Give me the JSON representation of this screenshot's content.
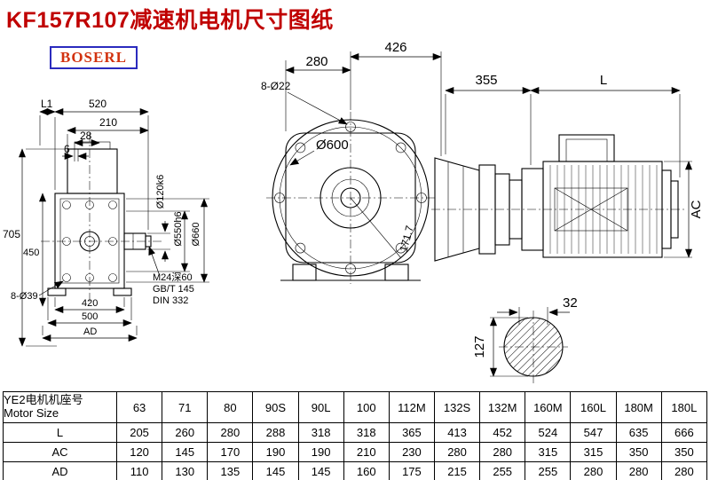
{
  "title": "KF157R107减速机电机尺寸图纸",
  "logo": {
    "text": "BOSERL"
  },
  "colors": {
    "title_red": "#c00000",
    "logo_text": "#d2320f",
    "logo_border": "#2b2bbe",
    "line": "#000000"
  },
  "dims": {
    "L1": "L1",
    "w520": "520",
    "w210": "210",
    "w28": "28",
    "w6": "6",
    "h705": "705",
    "h450": "450",
    "holes39": "8-Ø39",
    "w420": "420",
    "w500": "500",
    "AD": "AD",
    "d120": "Ø120k6",
    "d550": "Ø550h6",
    "d660": "Ø660",
    "note1": "M24深60",
    "note2": "GB/T 145",
    "note3": "DIN 332",
    "w280": "280",
    "w426": "426",
    "holes22": "8-Ø22",
    "d600": "Ø600",
    "diag": "171.7",
    "w355": "355",
    "L": "L",
    "AC": "AC",
    "k32": "32",
    "d127": "127"
  },
  "table": {
    "header": {
      "zh": "YE2电机机座号",
      "en": "Motor Size"
    },
    "sizes": [
      "63",
      "71",
      "80",
      "90S",
      "90L",
      "100",
      "112M",
      "132S",
      "132M",
      "160M",
      "160L",
      "180M",
      "180L"
    ],
    "rows": [
      {
        "label": "L",
        "values": [
          "205",
          "260",
          "280",
          "288",
          "318",
          "318",
          "365",
          "413",
          "452",
          "524",
          "547",
          "635",
          "666"
        ]
      },
      {
        "label": "AC",
        "values": [
          "120",
          "145",
          "170",
          "190",
          "190",
          "210",
          "230",
          "280",
          "280",
          "315",
          "315",
          "350",
          "350"
        ]
      },
      {
        "label": "AD",
        "values": [
          "110",
          "130",
          "135",
          "145",
          "145",
          "160",
          "175",
          "215",
          "255",
          "255",
          "280",
          "280",
          "280"
        ]
      }
    ]
  }
}
